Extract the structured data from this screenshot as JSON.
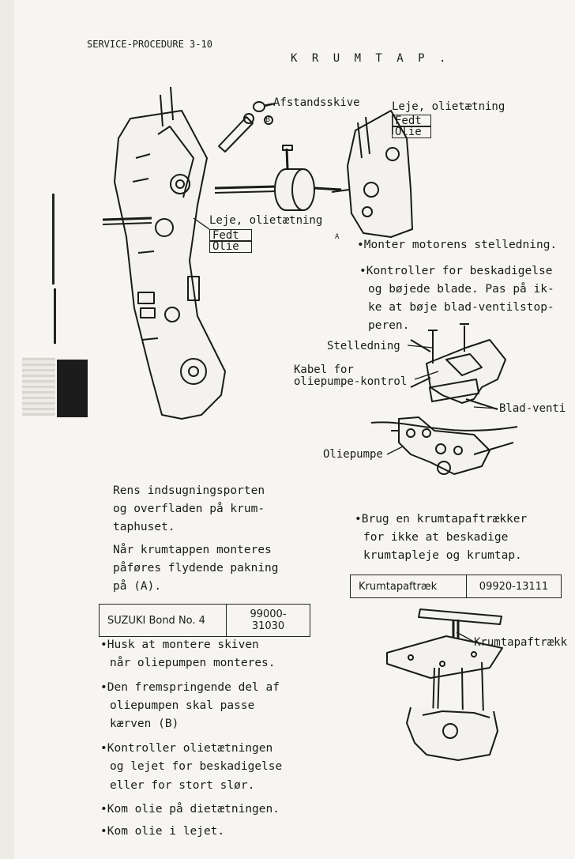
{
  "header": {
    "section": "SERVICE-PROCEDURE 3-10",
    "title": "K R U M T A P ."
  },
  "labels": {
    "afstandsskive": "Afstandsskive",
    "b_marker": "B",
    "a_marker": "A",
    "leje_top": "Leje, olietætning",
    "leje_mid": "Leje, olietætning",
    "fedt": "Fedt",
    "olie": "Olie",
    "stelledning": "Stelledning",
    "kabel_1": "Kabel for",
    "kabel_2": "oliepumpe-kontrol",
    "blad": "Blad-venti",
    "oliepumpe": "Oliepumpe",
    "krumtapaftraek_label": "Krumtapaftrækk"
  },
  "right_bullets": [
    "•Monter motorens stelledning.",
    "•Kontroller for beskadigelse",
    "og bøjede blade.  Pas på ik-",
    "ke at bøje blad-ventilstop-",
    "peren."
  ],
  "left_para": [
    "Rens indsugningsporten",
    "og overfladen på krum-",
    "taphuset.",
    "Når krumtappen monteres",
    "påføres flydende pakning",
    "på (A)."
  ],
  "spec_suzuki": {
    "name": "SUZUKI Bond No. 4",
    "code": "99000-31030"
  },
  "left_bullets": [
    "•Husk at montere skiven",
    "når oliepumpen monteres.",
    "•Den fremspringende del af",
    "oliepumpen skal passe",
    "kærven (B)",
    "•Kontroller olietætningen",
    "og lejet for beskadigelse",
    "eller for stort slør.",
    "•Kom olie på dietætningen.",
    "•Kom olie i lejet."
  ],
  "right_para": [
    "•Brug en krumtapaftrækker",
    "for ikke at beskadige",
    "krumtapleje og krumtap."
  ],
  "spec_tool": {
    "name": "Krumtapaftræk",
    "code": "09920-13111"
  }
}
